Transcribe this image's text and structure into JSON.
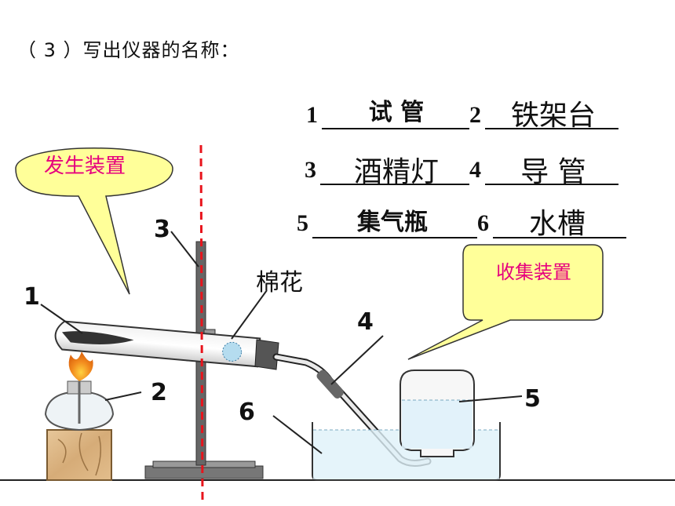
{
  "heading": "（ 3 ）写出仪器的名称：",
  "answers": [
    {
      "num": "1",
      "text": "试 管"
    },
    {
      "num": "2",
      "text": "铁架台"
    },
    {
      "num": "3",
      "text": "酒精灯"
    },
    {
      "num": "4",
      "text": "导 管"
    },
    {
      "num": "5",
      "text": "集气瓶"
    },
    {
      "num": "6",
      "text": "水槽"
    }
  ],
  "callouts": {
    "generator": "发生装置",
    "collector": "收集装置"
  },
  "diagram_labels": {
    "l1": "1",
    "l2": "2",
    "l3": "3",
    "l4": "4",
    "l5": "5",
    "l6": "6",
    "cotton": "棉花"
  },
  "colors": {
    "callout_fill": "#ffff99",
    "callout_text": "#e6007e",
    "dashed_line": "#e8141c",
    "stand": "#666666",
    "water": "#bfe6f5"
  }
}
